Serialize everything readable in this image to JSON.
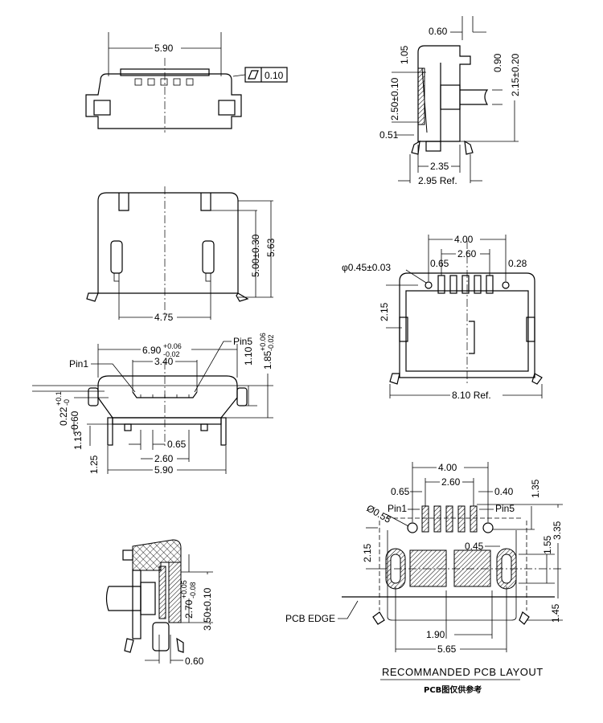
{
  "top_view": {
    "width": "5.90",
    "flatness": "0.10",
    "flatness_icon": "parallelogram-flatness-symbol"
  },
  "side_view": {
    "d_060": "0.60",
    "d_105": "1.05",
    "d_250": "2.50±0.10",
    "d_051": "0.51",
    "d_090": "0.90",
    "d_215": "2.15±0.20",
    "d_235": "2.35",
    "d_295": "2.95 Ref."
  },
  "bottom_view": {
    "d_500": "5.00±0.30",
    "d_563": "5.63",
    "d_475": "4.75"
  },
  "rear_view": {
    "d_400": "4.00",
    "d_260": "2.60",
    "d_065": "0.65",
    "d_028": "0.28",
    "d_hole": "φ0.45±0.03",
    "d_215": "2.15",
    "d_810": "8.10 Ref."
  },
  "front_view": {
    "d_690": "6.90",
    "d_690_tol_plus": "+0.06",
    "d_690_tol_minus": "-0.02",
    "d_340": "3.40",
    "pin1": "Pin1",
    "pin5": "Pin5",
    "d_110": "1.10",
    "d_185": "1.85",
    "d_185_tol_plus": "+0.06",
    "d_185_tol_minus": "-0.02",
    "d_022": "0.22",
    "d_022_tol_plus": "+0.1",
    "d_022_tol_minus": "-0",
    "d_060": "0.60",
    "d_113": "1.13",
    "d_125": "1.25",
    "d_065": "0.65",
    "d_260": "2.60",
    "d_590": "5.90"
  },
  "section_view": {
    "d_270": "2.70",
    "d_270_tol_plus": "+0.05",
    "d_270_tol_minus": "-0.08",
    "d_350": "3.50±0.10",
    "d_060": "0.60"
  },
  "pcb_layout": {
    "d_400": "4.00",
    "d_260": "2.60",
    "d_065": "0.65",
    "d_040": "0.40",
    "d_135": "1.35",
    "d_hole": "Ø0.55",
    "pin1": "Pin1",
    "pin5": "Pin5",
    "d_215": "2.15",
    "d_045": "0.45",
    "d_155": "1.55",
    "d_335": "3.35",
    "d_145": "1.45",
    "pcb_edge": "PCB EDGE",
    "d_190": "1.90",
    "d_565": "5.65",
    "title": "RECOMMANDED  PCB  LAYOUT",
    "subtitle": "PCB图仅供参考"
  }
}
